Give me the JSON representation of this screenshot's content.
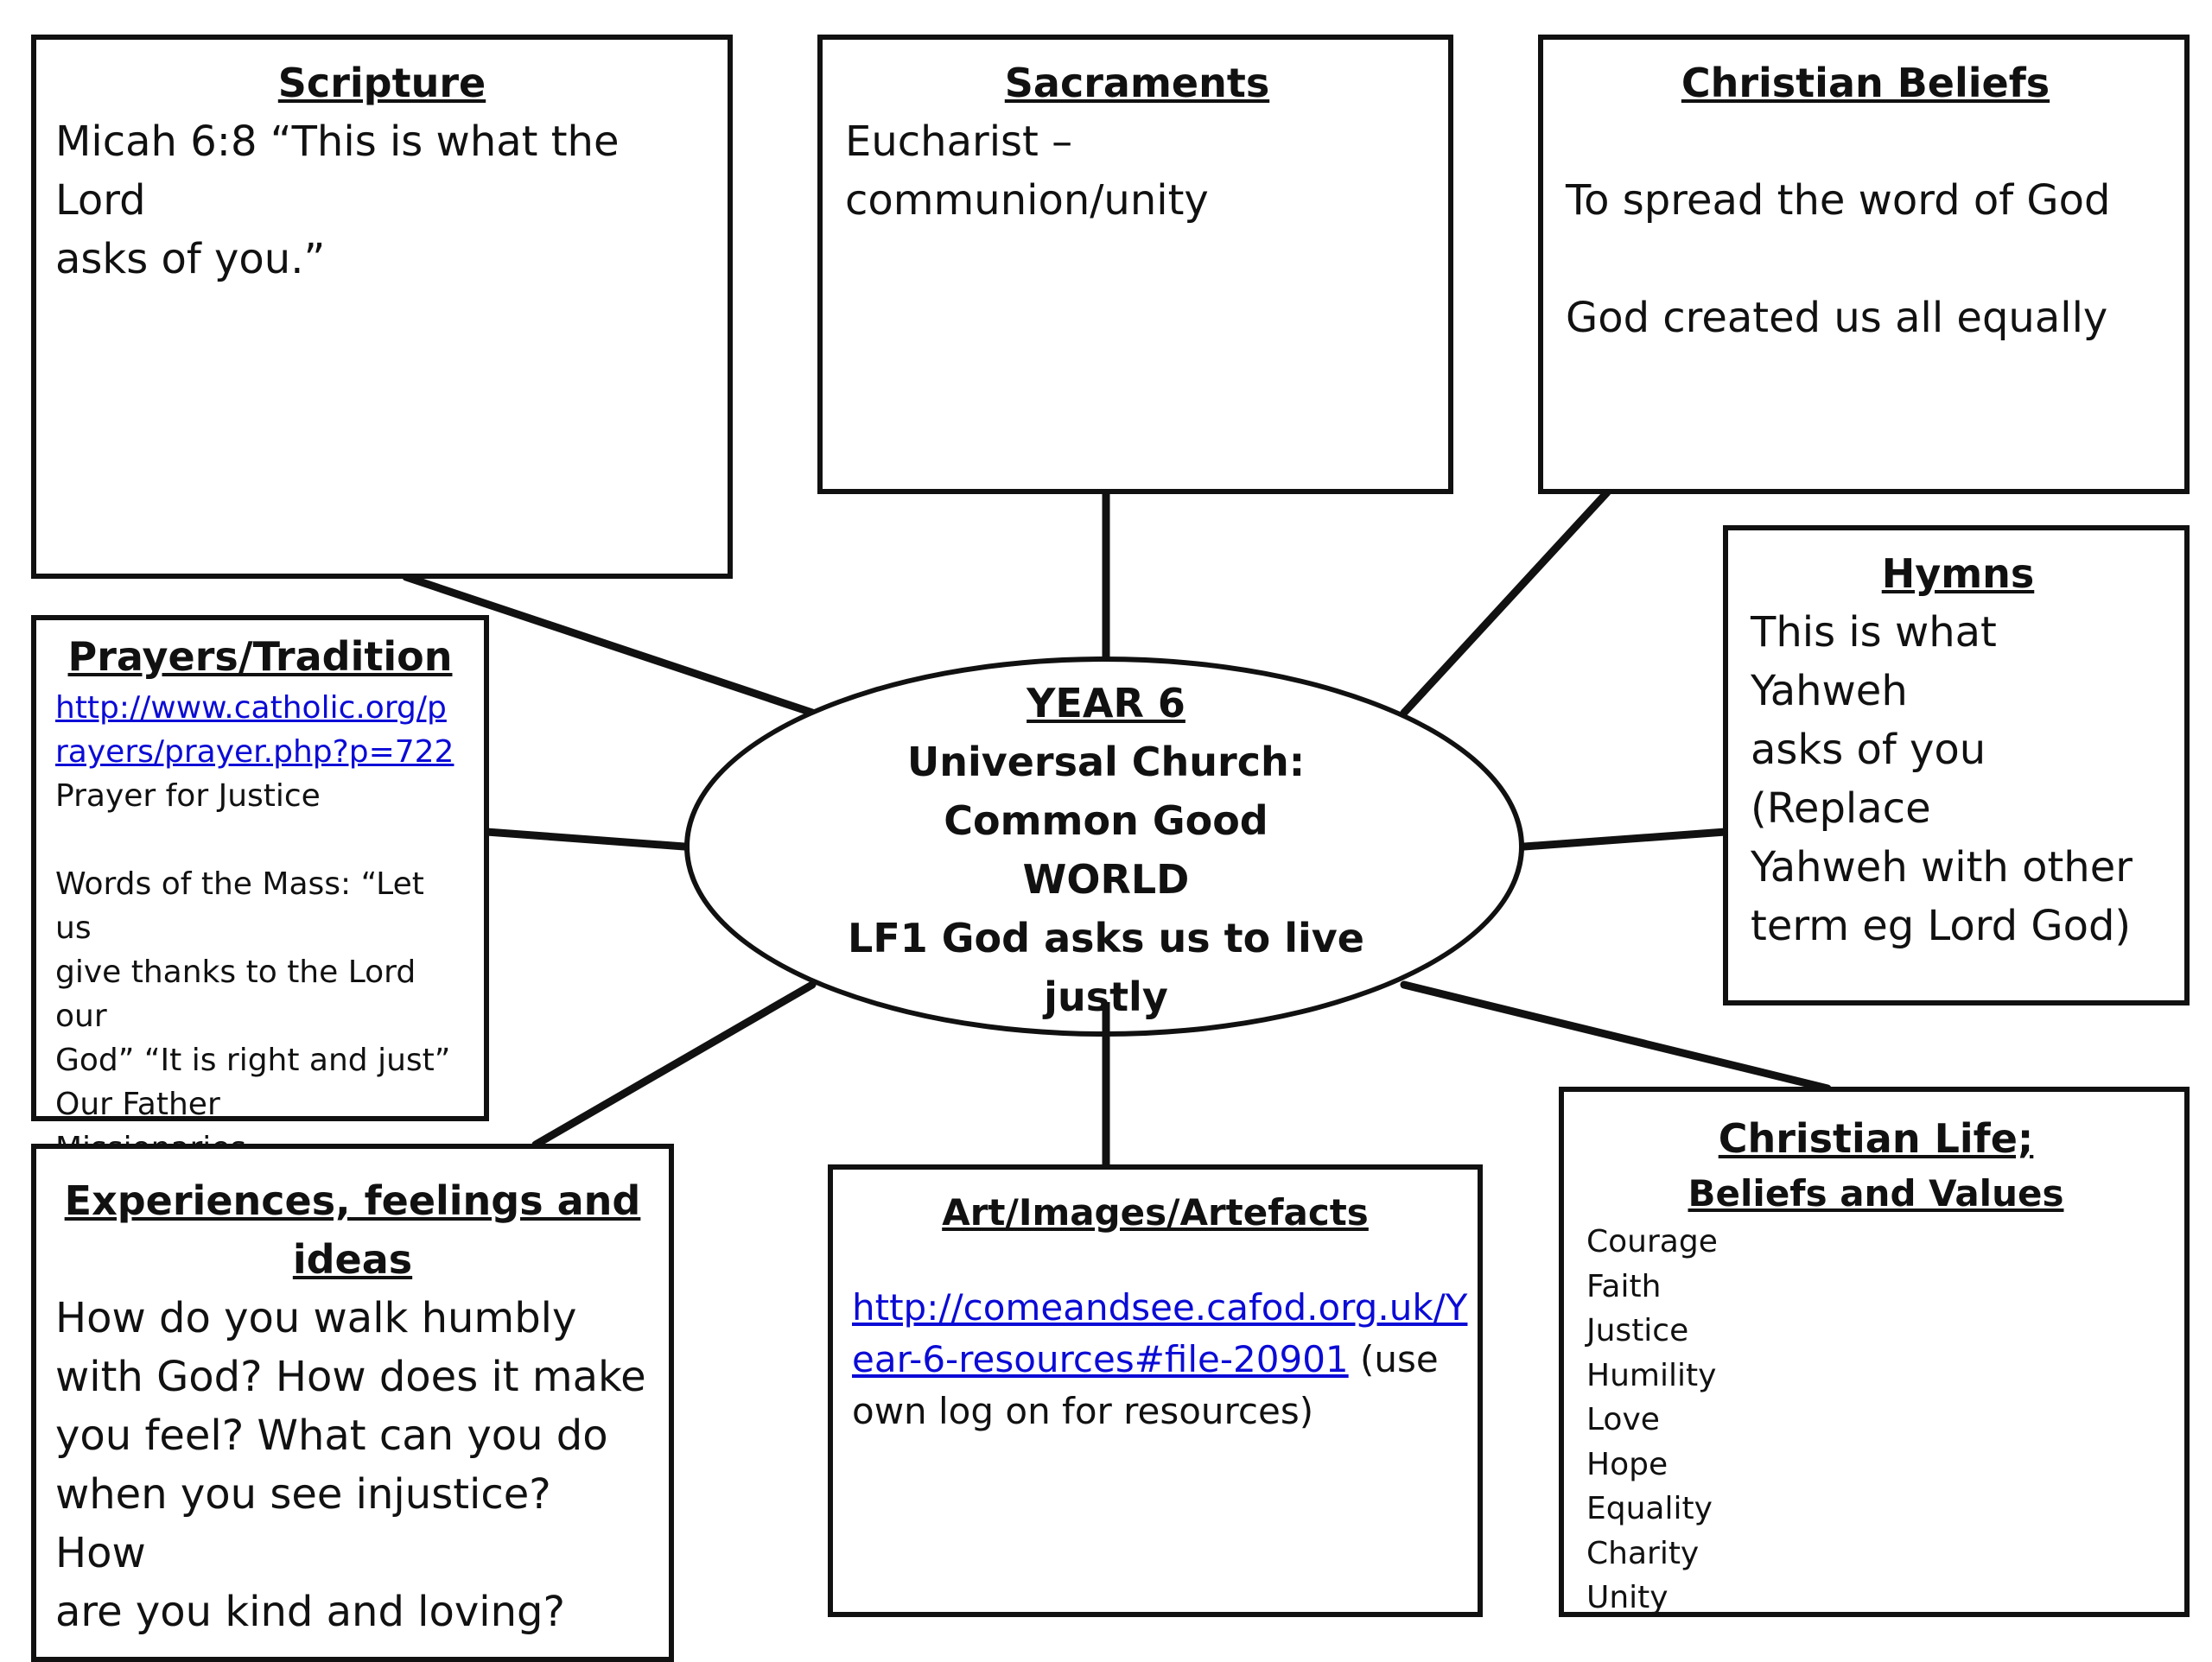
{
  "center": {
    "lines": [
      "YEAR 6",
      "Universal Church:",
      "Common Good",
      "WORLD",
      "LF1 God asks us to live",
      "justly"
    ]
  },
  "scripture": {
    "title": "Scripture",
    "lines": [
      "Micah 6:8 “This is what the Lord",
      "asks of you.”"
    ]
  },
  "sacraments": {
    "title": "Sacraments",
    "lines": [
      "Eucharist –",
      "communion/unity"
    ]
  },
  "christian_beliefs": {
    "title": "Christian Beliefs",
    "line1": "To spread the word of God",
    "line2": "God created us all equally"
  },
  "hymns": {
    "title": "Hymns",
    "lines": [
      "This is what Yahweh",
      "asks of you (Replace",
      "Yahweh with other",
      "term eg Lord God)"
    ]
  },
  "prayers": {
    "title": "Prayers/Tradition",
    "link_lines": [
      "http://www.catholic.org/p",
      "rayers/prayer.php?p=722"
    ],
    "caption": "Prayer for Justice",
    "lines": [
      "Words of the Mass: “Let us",
      "give thanks to the Lord our",
      "God” “It is right and just”",
      "Our Father",
      "Missionaries"
    ]
  },
  "experiences": {
    "title_lines": [
      "Experiences, feelings and",
      "ideas"
    ],
    "lines": [
      "How do you walk humbly",
      "with God? How does it make",
      "you feel? What can you do",
      "when you see injustice? How",
      "are you kind and loving?"
    ]
  },
  "art": {
    "title": "Art/Images/Artefacts",
    "link_line1": "http://comeandsee.cafod.org.uk/Y",
    "link_line2": "ear-6-resources#file-20901",
    "after_link": " (use",
    "line3": "own log on for resources)"
  },
  "christian_life": {
    "title": "Christian Life;",
    "subtitle": "Beliefs and Values",
    "values": [
      "Courage",
      "Faith",
      "Justice",
      "Humility",
      "Love",
      "Hope",
      "Equality",
      "Charity",
      "Unity"
    ]
  }
}
